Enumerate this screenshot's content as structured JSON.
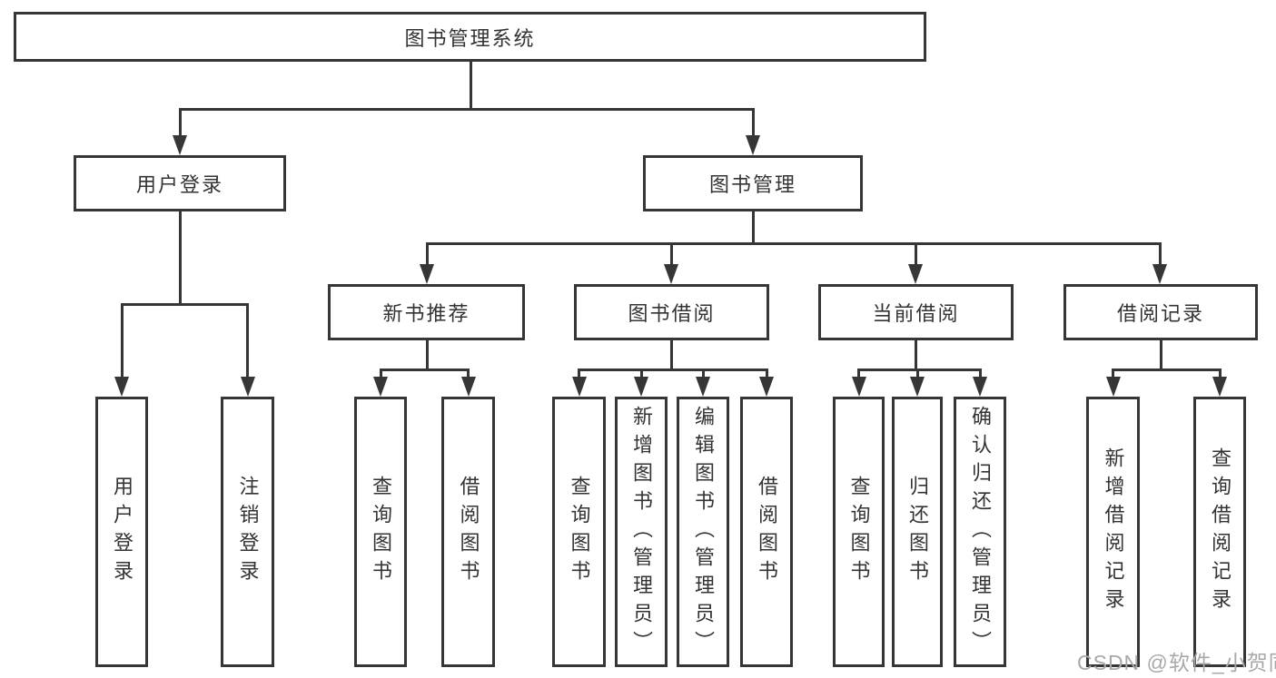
{
  "diagram": {
    "root": {
      "label": "图书管理系统"
    },
    "level2": [
      {
        "label": "用户登录"
      },
      {
        "label": "图书管理"
      }
    ],
    "level3": [
      {
        "label": "新书推荐"
      },
      {
        "label": "图书借阅"
      },
      {
        "label": "当前借阅"
      },
      {
        "label": "借阅记录"
      }
    ],
    "leaves": {
      "user_login": [
        "用户登录",
        "注销登录"
      ],
      "new_book": [
        "查询图书",
        "借阅图书"
      ],
      "borrow": [
        "查询图书",
        "新增图书（管理员）",
        "编辑图书（管理员）",
        "借阅图书"
      ],
      "current": [
        "查询图书",
        "归还图书",
        "确认归还（管理员）"
      ],
      "records": [
        "新增借阅记录",
        "查询借阅记录"
      ]
    }
  },
  "watermark": {
    "text": "CSDN @软件_小贺同学"
  },
  "colors": {
    "line": "#363636",
    "text": "#333333",
    "watermark": "#a9a9a9",
    "background": "#ffffff"
  }
}
